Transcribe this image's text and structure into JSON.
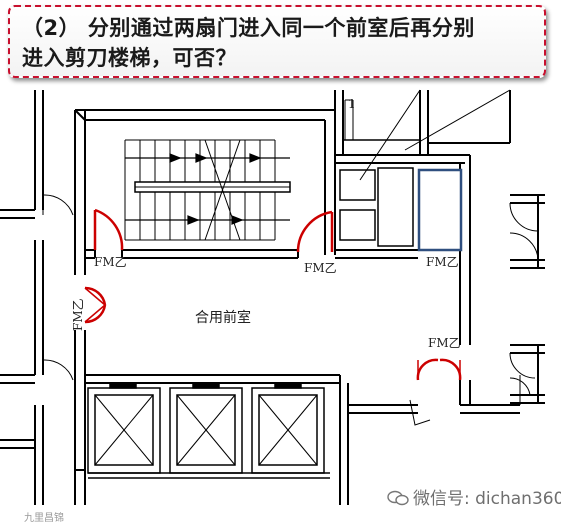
{
  "title": {
    "line1": "（2） 分别通过两扇门进入同一个前室后再分别",
    "line2": "进入剪刀楼梯，可否？"
  },
  "labels": {
    "door_stair_left": "FM乙",
    "door_stair_right": "FM乙",
    "door_upper_right": "FM乙",
    "door_lower_right": "FM乙",
    "door_left_vertical": "FM乙",
    "anteroom": "合用前室",
    "floor_mark": "1"
  },
  "watermarks": {
    "wechat": "微信号: dichan360",
    "source": "九里昌锦"
  },
  "colors": {
    "wall": "#000000",
    "door": "#cc0000",
    "highlight": "#2f4f7f",
    "title_border": "#c8102e"
  }
}
